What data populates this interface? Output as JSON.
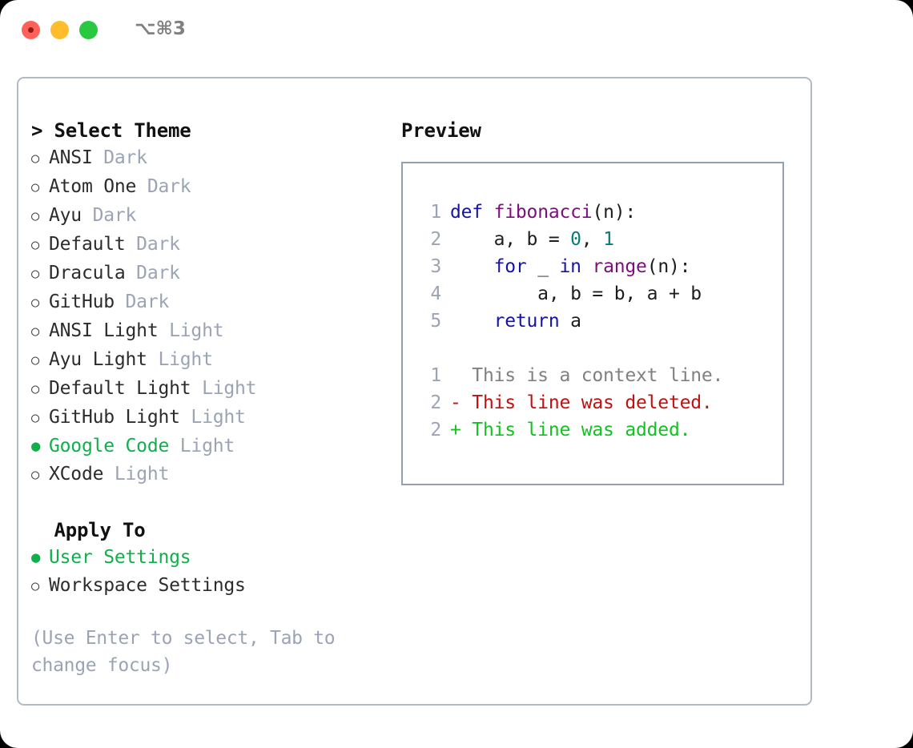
{
  "window": {
    "title": "⌥⌘3",
    "traffic_lights": [
      "close",
      "minimize",
      "maximize"
    ],
    "accent_green": "#0fb04c",
    "border_color": "#b2bac6"
  },
  "theme_list": {
    "header": "> Select Theme",
    "items": [
      {
        "bullet": "○",
        "selected": false,
        "name": "ANSI",
        "tag": " Dark"
      },
      {
        "bullet": "○",
        "selected": false,
        "name": "Atom One",
        "tag": " Dark"
      },
      {
        "bullet": "○",
        "selected": false,
        "name": "Ayu",
        "tag": " Dark"
      },
      {
        "bullet": "○",
        "selected": false,
        "name": "Default",
        "tag": " Dark"
      },
      {
        "bullet": "○",
        "selected": false,
        "name": "Dracula",
        "tag": " Dark"
      },
      {
        "bullet": "○",
        "selected": false,
        "name": "GitHub",
        "tag": " Dark"
      },
      {
        "bullet": "○",
        "selected": false,
        "name": "ANSI Light",
        "tag": " Light"
      },
      {
        "bullet": "○",
        "selected": false,
        "name": "Ayu Light",
        "tag": " Light"
      },
      {
        "bullet": "○",
        "selected": false,
        "name": "Default Light",
        "tag": " Light"
      },
      {
        "bullet": "○",
        "selected": false,
        "name": "GitHub Light",
        "tag": " Light"
      },
      {
        "bullet": "●",
        "selected": true,
        "name": "Google Code",
        "tag": " Light"
      },
      {
        "bullet": "○",
        "selected": false,
        "name": "XCode",
        "tag": " Light"
      }
    ]
  },
  "apply_to": {
    "header": "  Apply To",
    "items": [
      {
        "bullet": "●",
        "selected": true,
        "name": "User Settings",
        "tag": ""
      },
      {
        "bullet": "○",
        "selected": false,
        "name": "Workspace Settings",
        "tag": ""
      }
    ]
  },
  "hint": "(Use Enter to select, Tab to change focus)",
  "preview": {
    "header": "Preview",
    "code_lines": [
      {
        "n": "1",
        "tokens": [
          {
            "t": "def",
            "c": "kw"
          },
          {
            "t": " ",
            "c": "pl"
          },
          {
            "t": "fibonacci",
            "c": "fn"
          },
          {
            "t": "(n):",
            "c": "pl"
          }
        ]
      },
      {
        "n": "2",
        "tokens": [
          {
            "t": "    a, b = ",
            "c": "pl"
          },
          {
            "t": "0",
            "c": "num"
          },
          {
            "t": ", ",
            "c": "pl"
          },
          {
            "t": "1",
            "c": "num"
          }
        ]
      },
      {
        "n": "3",
        "tokens": [
          {
            "t": "    ",
            "c": "pl"
          },
          {
            "t": "for",
            "c": "kw"
          },
          {
            "t": " _ ",
            "c": "pl"
          },
          {
            "t": "in",
            "c": "kw"
          },
          {
            "t": " ",
            "c": "pl"
          },
          {
            "t": "range",
            "c": "fn"
          },
          {
            "t": "(n):",
            "c": "pl"
          }
        ]
      },
      {
        "n": "4",
        "tokens": [
          {
            "t": "        a, b = b, a + b",
            "c": "pl"
          }
        ]
      },
      {
        "n": "5",
        "tokens": [
          {
            "t": "    ",
            "c": "pl"
          },
          {
            "t": "return",
            "c": "kw"
          },
          {
            "t": " a",
            "c": "pl"
          }
        ]
      }
    ],
    "diff_lines": [
      {
        "n": "1",
        "marker": "  ",
        "text": "This is a context line.",
        "kind": "ctx"
      },
      {
        "n": "2",
        "marker": "- ",
        "text": "This line was deleted.",
        "kind": "del"
      },
      {
        "n": "2",
        "marker": "+ ",
        "text": "This line was added.",
        "kind": "add"
      }
    ],
    "syntax_colors": {
      "keyword": "#1414a8",
      "function": "#7b0f7b",
      "number": "#0b7a7a",
      "plain": "#1d1d1d",
      "line_number": "#9aa4b4",
      "diff_context": "#808080",
      "diff_deleted": "#c21010",
      "diff_added": "#12c221"
    }
  }
}
